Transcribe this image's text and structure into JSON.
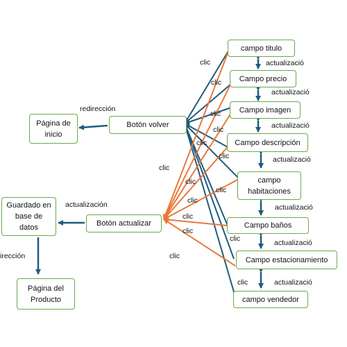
{
  "nodes": {
    "pagina_inicio": "Página de\ninicio",
    "boton_volver": "Botón volver",
    "guardado": "Guardado en\nbase de\ndatos",
    "boton_actualizar": "Botón actualizar",
    "pagina_producto": "Página del\nProducto",
    "campo_titulo": "campo titulo",
    "campo_precio": "Campo precio",
    "campo_imagen": "Campo imagen",
    "campo_descripcion": "Campo descripción",
    "campo_habitaciones": "campo\nhabitaciones",
    "campo_banos": "Campo baños",
    "campo_estacionamiento": "Campo estacionamiento",
    "campo_vendedor": "campo vendedor"
  },
  "labels": {
    "redireccion_top": "redirección",
    "redireccion_left": "irección",
    "actualizacion_left": "actualización",
    "clic": "clic",
    "actualizacio": "actualizació"
  },
  "colors": {
    "blue": "#1f5b7e",
    "orange": "#e8793a",
    "green_border": "#6aaa4a"
  }
}
